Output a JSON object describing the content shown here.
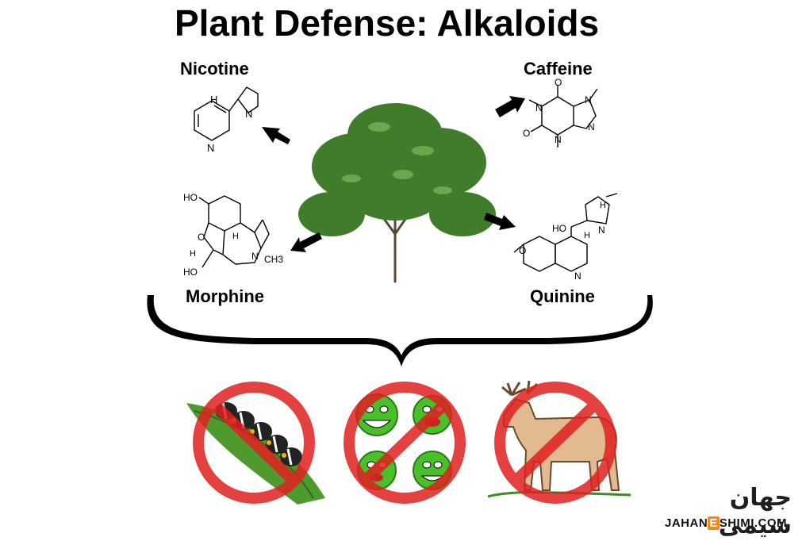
{
  "title": "Plant Defense: Alkaloids",
  "alkaloids": [
    {
      "name": "Nicotine",
      "atoms": [
        "H",
        "N",
        "N"
      ]
    },
    {
      "name": "Caffeine",
      "atoms": [
        "O",
        "N",
        "N",
        "N",
        "N",
        "O"
      ]
    },
    {
      "name": "Morphine",
      "atoms": [
        "HO",
        "O",
        "H",
        "H",
        "N",
        "CH3",
        "HO"
      ]
    },
    {
      "name": "Quinine",
      "atoms": [
        "HO",
        "H",
        "N",
        "O",
        "N",
        "H"
      ]
    }
  ],
  "targets": [
    {
      "icon": "caterpillar-icon"
    },
    {
      "icon": "germs-icon"
    },
    {
      "icon": "deer-icon"
    }
  ],
  "watermark": {
    "arabic": "جهان شیمی",
    "en_prefix": "JAHAN",
    "en_mid": "E",
    "en_suffix": "SHIMI.COM"
  },
  "colors": {
    "prohibit": "#e02020",
    "leaf": "#3a7a2a",
    "text": "#000000"
  }
}
